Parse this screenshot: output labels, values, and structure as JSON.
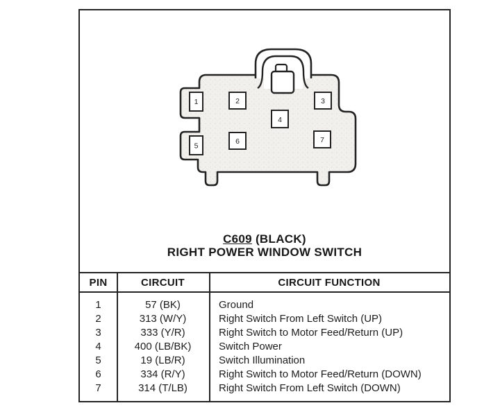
{
  "document": {
    "title_code": "C609",
    "title_suffix": "(BLACK)",
    "title_name": "RIGHT POWER WINDOW SWITCH"
  },
  "connector": {
    "description": "7-pin connector face view",
    "body_fill": "#f1f0ec",
    "line_color": "#222222",
    "pins": [
      {
        "number": "1"
      },
      {
        "number": "2"
      },
      {
        "number": "3"
      },
      {
        "number": "4"
      },
      {
        "number": "5"
      },
      {
        "number": "6"
      },
      {
        "number": "7"
      }
    ]
  },
  "table": {
    "headers": {
      "pin": "PIN",
      "circuit": "CIRCUIT",
      "function": "CIRCUIT FUNCTION"
    },
    "rows": [
      {
        "pin": "1",
        "circuit": "57 (BK)",
        "function": "Ground"
      },
      {
        "pin": "2",
        "circuit": "313 (W/Y)",
        "function": "Right Switch From Left Switch (UP)"
      },
      {
        "pin": "3",
        "circuit": "333 (Y/R)",
        "function": "Right Switch to Motor Feed/Return (UP)"
      },
      {
        "pin": "4",
        "circuit": "400 (LB/BK)",
        "function": "Switch Power"
      },
      {
        "pin": "5",
        "circuit": "19 (LB/R)",
        "function": "Switch Illumination"
      },
      {
        "pin": "6",
        "circuit": "334 (R/Y)",
        "function": "Right Switch to Motor Feed/Return (DOWN)"
      },
      {
        "pin": "7",
        "circuit": "314 (T/LB)",
        "function": "Right Switch From Left Switch (DOWN)"
      }
    ]
  }
}
